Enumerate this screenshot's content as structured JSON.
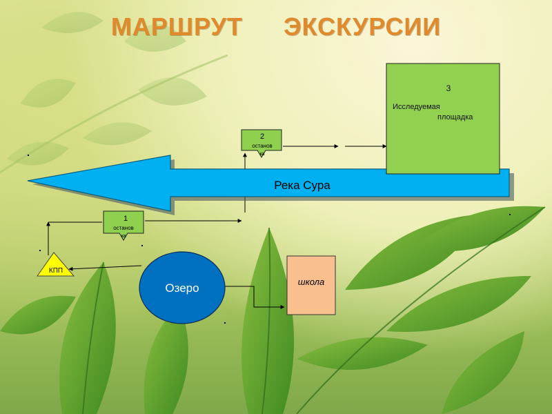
{
  "title": {
    "word1": "МАРШРУТ",
    "word2": "ЭКСКУРСИИ"
  },
  "nodes": {
    "stop1": {
      "number": "1",
      "line1": "останов",
      "line2": "ка"
    },
    "stop2": {
      "number": "2",
      "line1": "останов",
      "line2": "ка"
    },
    "site": {
      "number": "3",
      "line1": "Исследуемая",
      "line2": "площадка"
    },
    "river": {
      "label": "Река Сура"
    },
    "lake": {
      "label": "Озеро"
    },
    "school": {
      "label": "школа"
    },
    "checkpoint": {
      "label": "КПП"
    }
  },
  "colors": {
    "title": "#e08a2e",
    "stop_fill": "#8fd14f",
    "site_fill": "#92d050",
    "river_fill": "#00b0f0",
    "lake_fill": "#0070c0",
    "school_fill": "#fabf8f",
    "checkpoint_fill": "#ffff00"
  }
}
